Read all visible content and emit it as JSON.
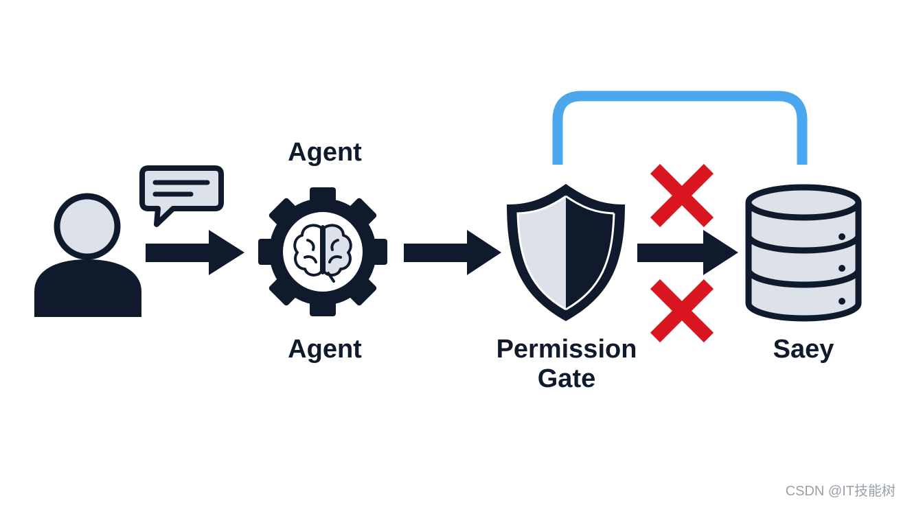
{
  "colors": {
    "ink": "#0f1b2d",
    "light_fill": "#dde1ea",
    "deny": "#d9161f",
    "bypass": "#4aa7ee"
  },
  "nodes": {
    "user": {
      "icon": "user-icon"
    },
    "message": {
      "icon": "speech-bubble-icon"
    },
    "agent": {
      "label_top": "Agent",
      "label_bottom": "Agent",
      "icon": "gear-brain-icon"
    },
    "gate": {
      "label_line1": "Permission",
      "label_line2": "Gate",
      "icon": "shield-icon"
    },
    "safety": {
      "label": "Saey",
      "icon": "database-icon"
    }
  },
  "denials": {
    "icon": "cross-icon",
    "count": 2
  },
  "watermark": "CSDN @IT技能树"
}
